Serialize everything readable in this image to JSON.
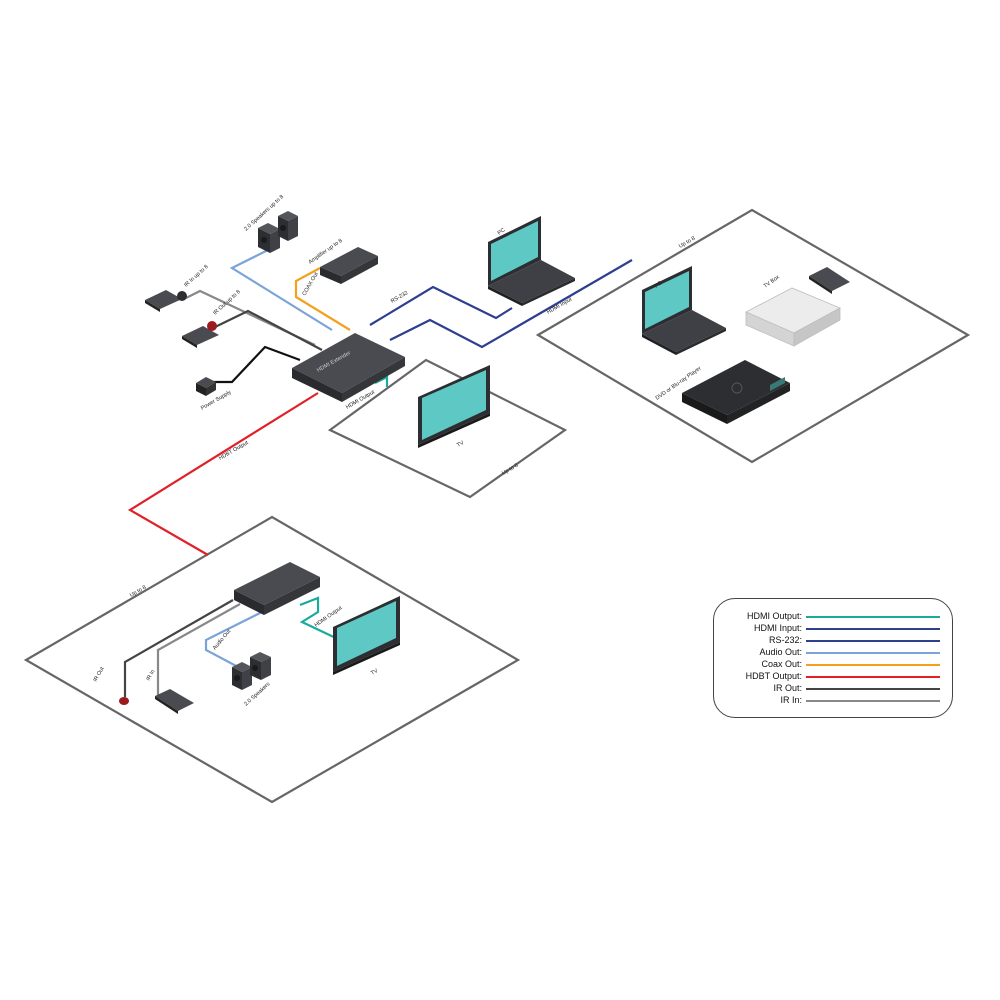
{
  "colors": {
    "hdmi_output": "#1aab9b",
    "hdmi_input": "#2e3f8f",
    "rs232": "#2e3f8f",
    "audio_out": "#7aa3d8",
    "coax_out": "#f5a01c",
    "hdbt_output": "#e02127",
    "ir_out": "#444444",
    "ir_in": "#888888",
    "screen": "#5ec9c4",
    "device": "#3b3c41"
  },
  "transmitter": {
    "device_label": "HDMI Extender",
    "speakers_label": "2.0 Speakers up to 8",
    "amplifier_label": "Amplifier up to 8",
    "coax_label": "COAX Out",
    "ir_in_label": "IR In up to 8",
    "ir_out_label": "IR Out up to 8",
    "power_label": "Power Supply",
    "rs232_label": "RS-232",
    "hdmi_output_label": "HDMI Output",
    "hdbt_output_label": "HDBT Output"
  },
  "pc_top": {
    "label": "PC"
  },
  "tv_zone": {
    "tv_label": "TV",
    "count_label": "Up to 8"
  },
  "source_zone": {
    "count_label": "Up to 8",
    "pc_label": "PC",
    "tvbox_label": "TV Box",
    "player_label": "DVD or Blu-ray Player",
    "hdmi_input_label": "HDMI Input"
  },
  "receiver_zone": {
    "count_label": "Up to 8",
    "hdmi_output_label": "HDMI Output",
    "tv_label": "TV",
    "audio_out_label": "Audio Out",
    "speakers_label": "2.0 Speakers",
    "ir_in_label": "IR In",
    "ir_out_label": "IR Out"
  },
  "legend": {
    "items": [
      {
        "label": "HDMI Output:",
        "color": "#1aab9b"
      },
      {
        "label": "HDMI Input:",
        "color": "#2e3f8f"
      },
      {
        "label": "RS-232:",
        "color": "#2e3f8f"
      },
      {
        "label": "Audio Out:",
        "color": "#7aa3d8"
      },
      {
        "label": "Coax Out:",
        "color": "#f5a01c"
      },
      {
        "label": "HDBT Output:",
        "color": "#e02127"
      },
      {
        "label": "IR Out:",
        "color": "#444444"
      },
      {
        "label": "IR In:",
        "color": "#888888"
      }
    ]
  }
}
